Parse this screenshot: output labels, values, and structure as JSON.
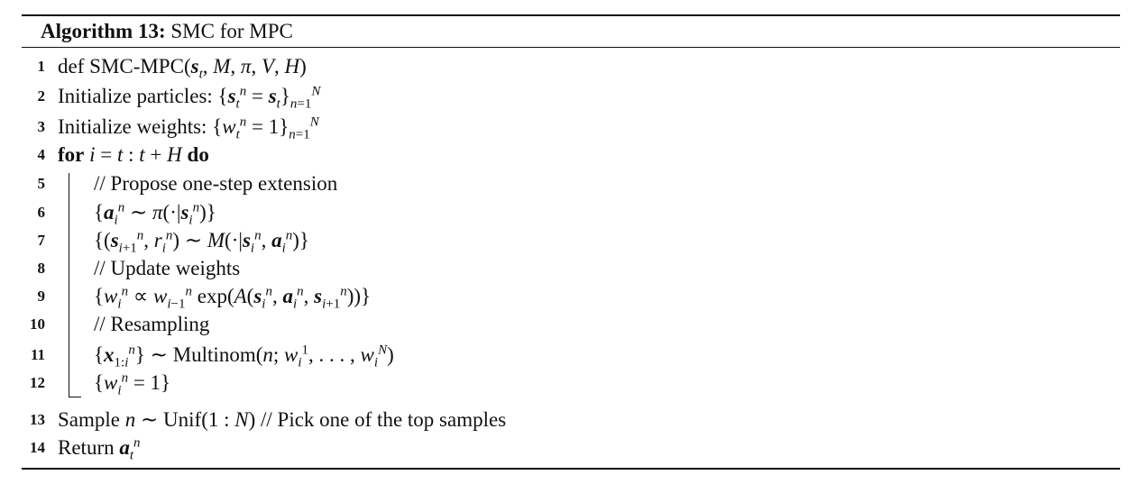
{
  "algorithm": {
    "label": "Algorithm 13:",
    "title": "SMC for MPC"
  },
  "lines": [
    {
      "num": "1",
      "text": "def SMC-MPC("
    },
    {
      "num": "2",
      "text": "Initialize particles: "
    },
    {
      "num": "3",
      "text": "Initialize weights: "
    },
    {
      "num": "4",
      "kw1": "for",
      "kw2": "do"
    },
    {
      "num": "5",
      "text": "// Propose one-step extension"
    },
    {
      "num": "6"
    },
    {
      "num": "7"
    },
    {
      "num": "8",
      "text": "// Update weights"
    },
    {
      "num": "9"
    },
    {
      "num": "10",
      "text": "// Resampling"
    },
    {
      "num": "11",
      "text": "Multinom"
    },
    {
      "num": "12"
    },
    {
      "num": "13",
      "text": "Sample ",
      "text2": "Unif(1 : ",
      "comment": "// Pick one of the top samples"
    },
    {
      "num": "14",
      "text": "Return "
    }
  ]
}
